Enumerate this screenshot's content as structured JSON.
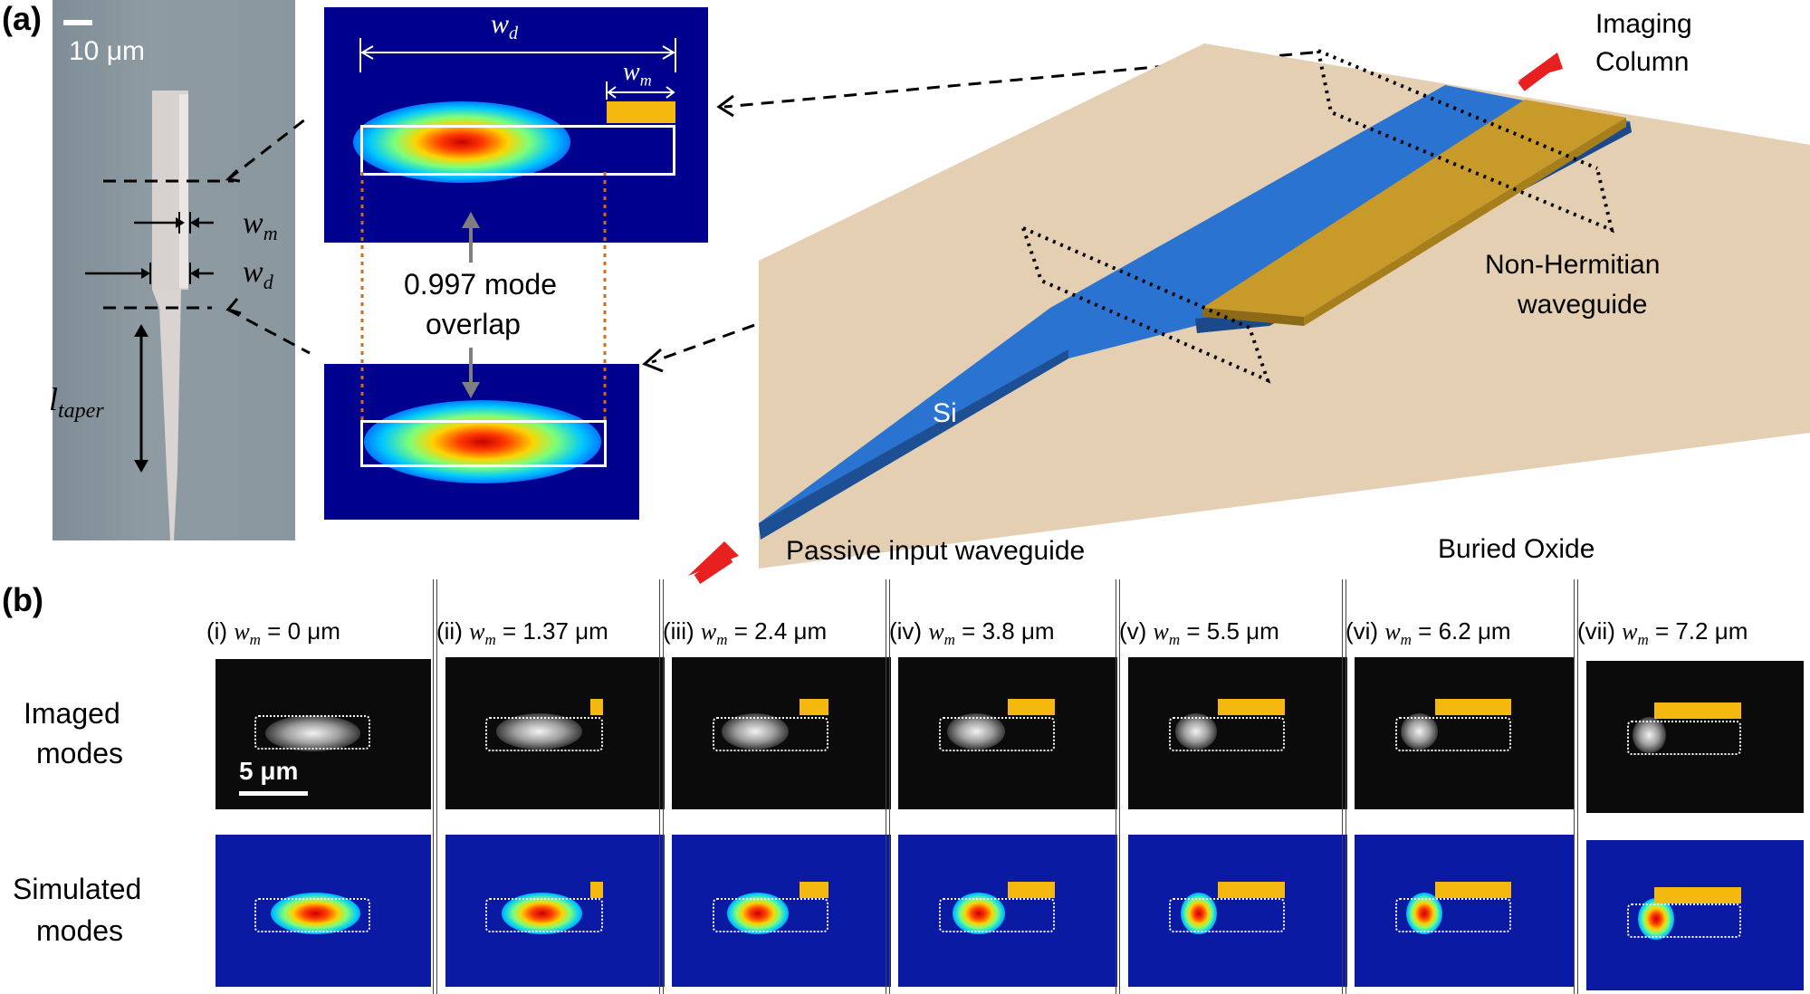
{
  "panel_a": {
    "letter": "(a)",
    "micro": {
      "scale_bar": "10 μm",
      "wm_label": "w",
      "wm_sub": "m",
      "wd_label": "w",
      "wd_sub": "d",
      "ltaper_label": "l",
      "ltaper_sub": "taper"
    },
    "mode_top": {
      "wd_label": "w",
      "wd_sub": "d",
      "wm_label": "w",
      "wm_sub": "m"
    },
    "overlap_value": "0.997 mode",
    "overlap_word": "overlap",
    "schematic": {
      "imaging_line1": "Imaging",
      "imaging_line2": "Column",
      "nh_line1": "Non-Hermitian",
      "nh_line2": "waveguide",
      "si": "Si",
      "passive": "Passive input waveguide",
      "buried": "Buried Oxide"
    }
  },
  "panel_b": {
    "letter": "(b)",
    "row_imaged_1": "Imaged",
    "row_imaged_2": "modes",
    "row_sim_1": "Simulated",
    "row_sim_2": "modes",
    "scale_bar": "5 μm",
    "frames": [
      {
        "roman": "(i)",
        "wm": "0 μm"
      },
      {
        "roman": "(ii)",
        "wm": "1.37 μm"
      },
      {
        "roman": "(iii)",
        "wm": "2.4 μm"
      },
      {
        "roman": "(iv)",
        "wm": "3.8 μm"
      },
      {
        "roman": "(v)",
        "wm": "5.5 μm"
      },
      {
        "roman": "(vi)",
        "wm": "6.2 μm"
      },
      {
        "roman": "(vii)",
        "wm": "7.2 μm"
      }
    ],
    "eq_symbol": "w",
    "eq_sub": "m",
    "eq_sign": "="
  },
  "colors": {
    "metal": "#f5b80f",
    "silicon": "#2a73d1",
    "oxide": "#e5cfb3",
    "mode_background": "#00008f",
    "arrow_red": "#e82020"
  }
}
